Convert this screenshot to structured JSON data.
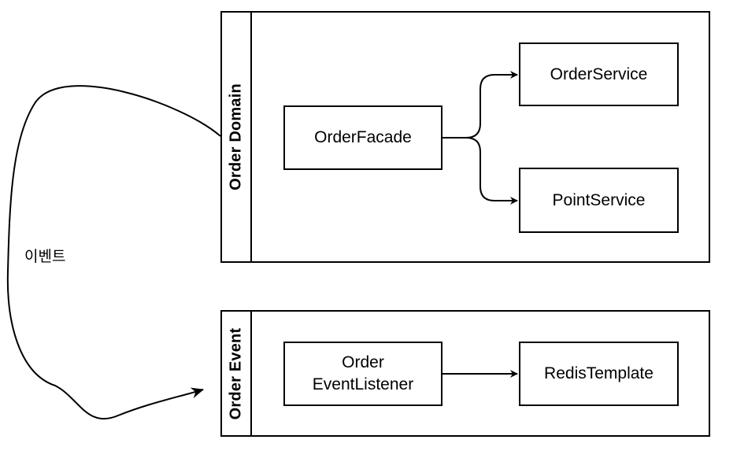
{
  "pools": {
    "domain": {
      "title": "Order Domain"
    },
    "event": {
      "title": "Order Event"
    }
  },
  "nodes": {
    "order_facade": "OrderFacade",
    "order_service": "OrderService",
    "point_service": "PointService",
    "order_event_listener": "Order\nEventListener",
    "redis_template": "RedisTemplate"
  },
  "edges": {
    "event_label": "이벤트"
  }
}
